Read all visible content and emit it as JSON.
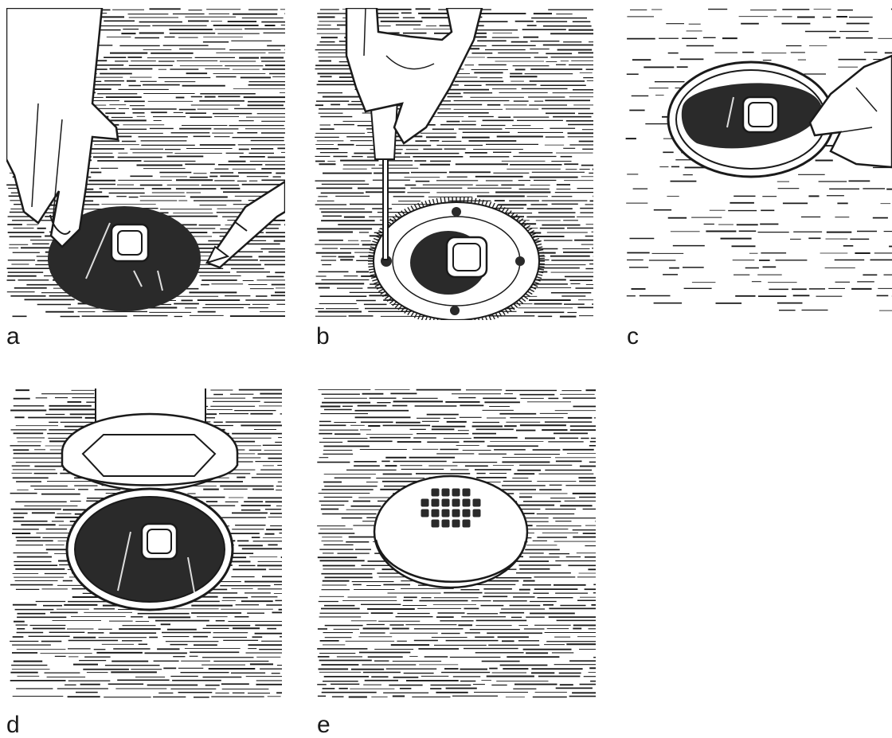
{
  "panels": [
    {
      "label": "a",
      "icon": "pencil-trace-drain-outline-illustration"
    },
    {
      "label": "b",
      "icon": "screwdriver-drain-flange-illustration"
    },
    {
      "label": "c",
      "icon": "drain-ring-placement-illustration"
    },
    {
      "label": "d",
      "icon": "drain-cover-lowering-illustration"
    },
    {
      "label": "e",
      "icon": "finished-drain-grate-illustration"
    }
  ],
  "colors": {
    "ink": "#1a1a1a",
    "paper": "#ffffff",
    "drain_dark": "#2a2a2a",
    "ring_light": "#f4f4f4"
  }
}
